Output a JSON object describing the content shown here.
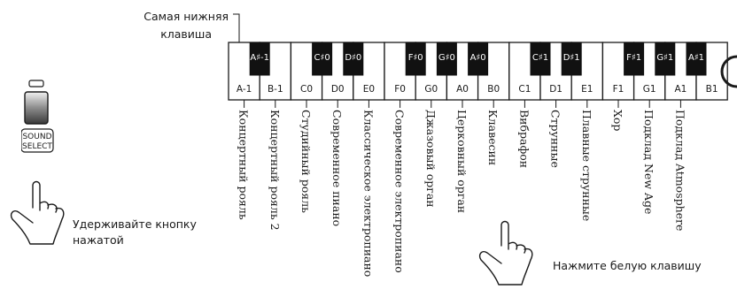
{
  "lowest_key_label": [
    "Самая нижняя",
    "клавиша"
  ],
  "button": {
    "line1": "SOUND",
    "line2": "SELECT"
  },
  "hold_instruction": [
    "Удерживайте кнопку",
    "нажатой"
  ],
  "press_instruction": "Нажмите белую клавишу",
  "white_keys": [
    "A-1",
    "B-1",
    "C0",
    "D0",
    "E0",
    "F0",
    "G0",
    "A0",
    "B0",
    "C1",
    "D1",
    "E1",
    "F1",
    "G1",
    "A1",
    "B1"
  ],
  "black_keys": [
    {
      "label": "A♯-1",
      "after": 0
    },
    {
      "label": "C♯0",
      "after": 2
    },
    {
      "label": "D♯0",
      "after": 3
    },
    {
      "label": "F♯0",
      "after": 5
    },
    {
      "label": "G♯0",
      "after": 6
    },
    {
      "label": "A♯0",
      "after": 7
    },
    {
      "label": "C♯1",
      "after": 9
    },
    {
      "label": "D♯1",
      "after": 10
    },
    {
      "label": "F♯1",
      "after": 12
    },
    {
      "label": "G♯1",
      "after": 13
    },
    {
      "label": "A♯1",
      "after": 14
    }
  ],
  "sounds": [
    "Концертный рояль",
    "Концертный рояль 2",
    "Студийный рояль",
    "Современное пиано",
    "Классическое электропиано",
    "Современное электропиано",
    "Джазовый орган",
    "Церковный орган",
    "Клавесин",
    "Вибрафон",
    "Струнные",
    "Плавные струнные",
    "Хор",
    "Подклад New Age",
    "Подклад Atmosphere"
  ]
}
